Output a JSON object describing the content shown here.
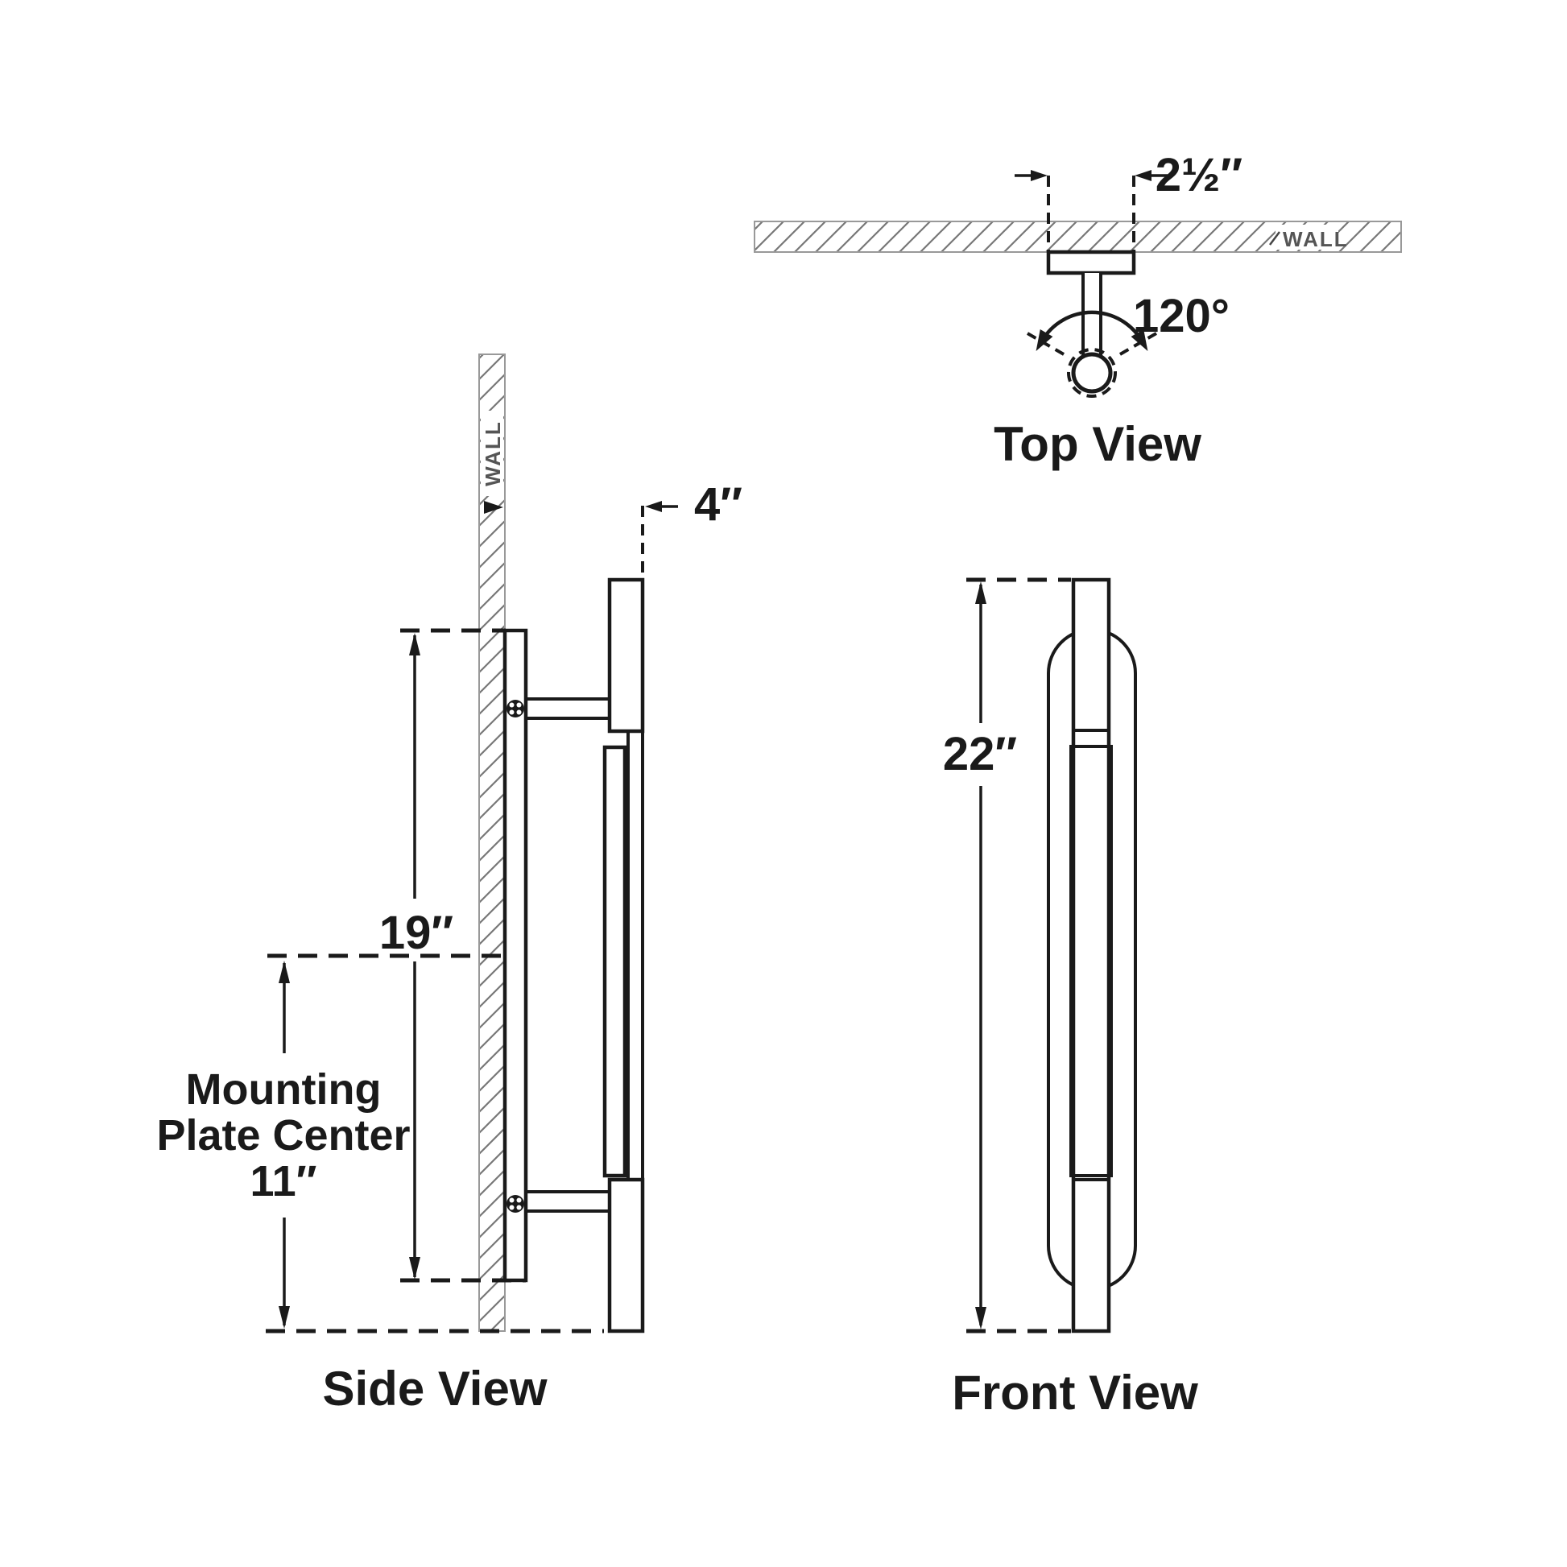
{
  "drawing": {
    "background_color": "#ffffff",
    "line_color": "#1a1a1a",
    "wall_outline_color": "#999999",
    "side_view": {
      "title": "Side View",
      "wall_label": "WALL",
      "dim_depth": "4″",
      "dim_backplate_height": "19″",
      "mounting_line1": "Mounting",
      "mounting_line2": "Plate Center",
      "mounting_line3": "11″"
    },
    "top_view": {
      "title": "Top View",
      "wall_label": "WALL",
      "dim_canopy_width": "2½″",
      "swivel_angle": "120°"
    },
    "front_view": {
      "title": "Front View",
      "dim_overall_height": "22″"
    }
  }
}
